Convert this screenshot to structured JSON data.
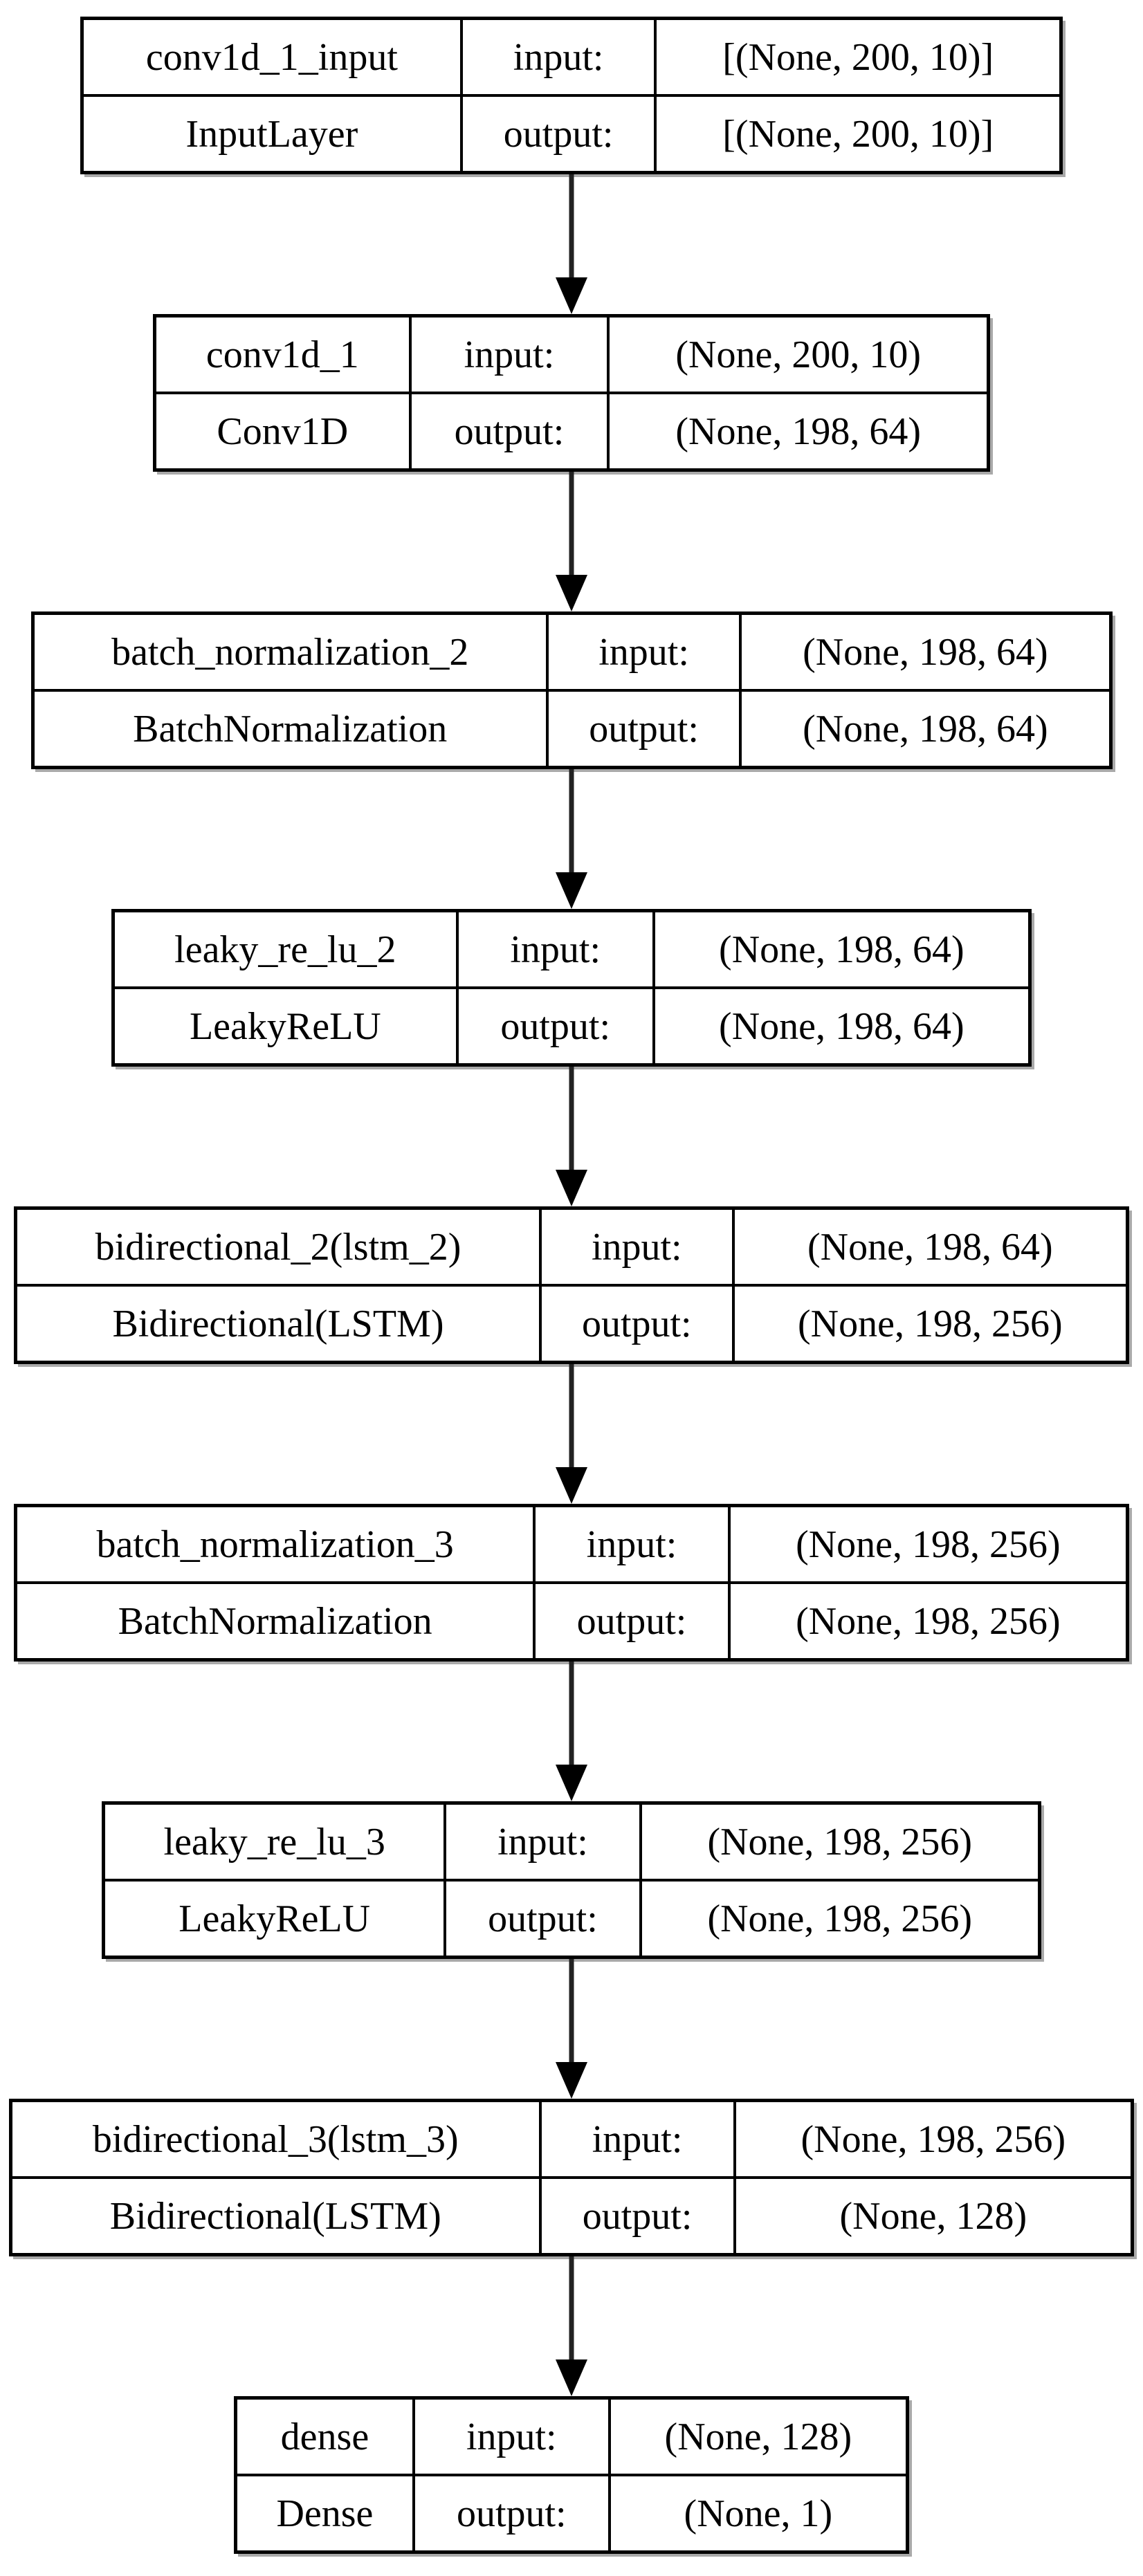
{
  "diagram": {
    "type": "keras-model-plot",
    "labels": {
      "input": "input:",
      "output": "output:"
    },
    "nodes": [
      {
        "name": "conv1d_1_input",
        "class_name": "InputLayer",
        "input_shape": "[(None, 200, 10)]",
        "output_shape": "[(None, 200, 10)]"
      },
      {
        "name": "conv1d_1",
        "class_name": "Conv1D",
        "input_shape": "(None, 200, 10)",
        "output_shape": "(None, 198, 64)"
      },
      {
        "name": "batch_normalization_2",
        "class_name": "BatchNormalization",
        "input_shape": "(None, 198, 64)",
        "output_shape": "(None, 198, 64)"
      },
      {
        "name": "leaky_re_lu_2",
        "class_name": "LeakyReLU",
        "input_shape": "(None, 198, 64)",
        "output_shape": "(None, 198, 64)"
      },
      {
        "name": "bidirectional_2(lstm_2)",
        "class_name": "Bidirectional(LSTM)",
        "input_shape": "(None, 198, 64)",
        "output_shape": "(None, 198, 256)"
      },
      {
        "name": "batch_normalization_3",
        "class_name": "BatchNormalization",
        "input_shape": "(None, 198, 256)",
        "output_shape": "(None, 198, 256)"
      },
      {
        "name": "leaky_re_lu_3",
        "class_name": "LeakyReLU",
        "input_shape": "(None, 198, 256)",
        "output_shape": "(None, 198, 256)"
      },
      {
        "name": "bidirectional_3(lstm_3)",
        "class_name": "Bidirectional(LSTM)",
        "input_shape": "(None, 198, 256)",
        "output_shape": "(None, 128)"
      },
      {
        "name": "dense",
        "class_name": "Dense",
        "input_shape": "(None, 128)",
        "output_shape": "(None, 1)"
      }
    ],
    "edges": [
      {
        "from": "conv1d_1_input",
        "to": "conv1d_1"
      },
      {
        "from": "conv1d_1",
        "to": "batch_normalization_2"
      },
      {
        "from": "batch_normalization_2",
        "to": "leaky_re_lu_2"
      },
      {
        "from": "leaky_re_lu_2",
        "to": "bidirectional_2(lstm_2)"
      },
      {
        "from": "bidirectional_2(lstm_2)",
        "to": "batch_normalization_3"
      },
      {
        "from": "batch_normalization_3",
        "to": "leaky_re_lu_3"
      },
      {
        "from": "leaky_re_lu_3",
        "to": "bidirectional_3(lstm_3)"
      },
      {
        "from": "bidirectional_3(lstm_3)",
        "to": "dense"
      }
    ]
  },
  "colors": {
    "background": "#ffffff",
    "border": "#000000",
    "text": "#000000",
    "shadow": "#a9a9a9"
  }
}
